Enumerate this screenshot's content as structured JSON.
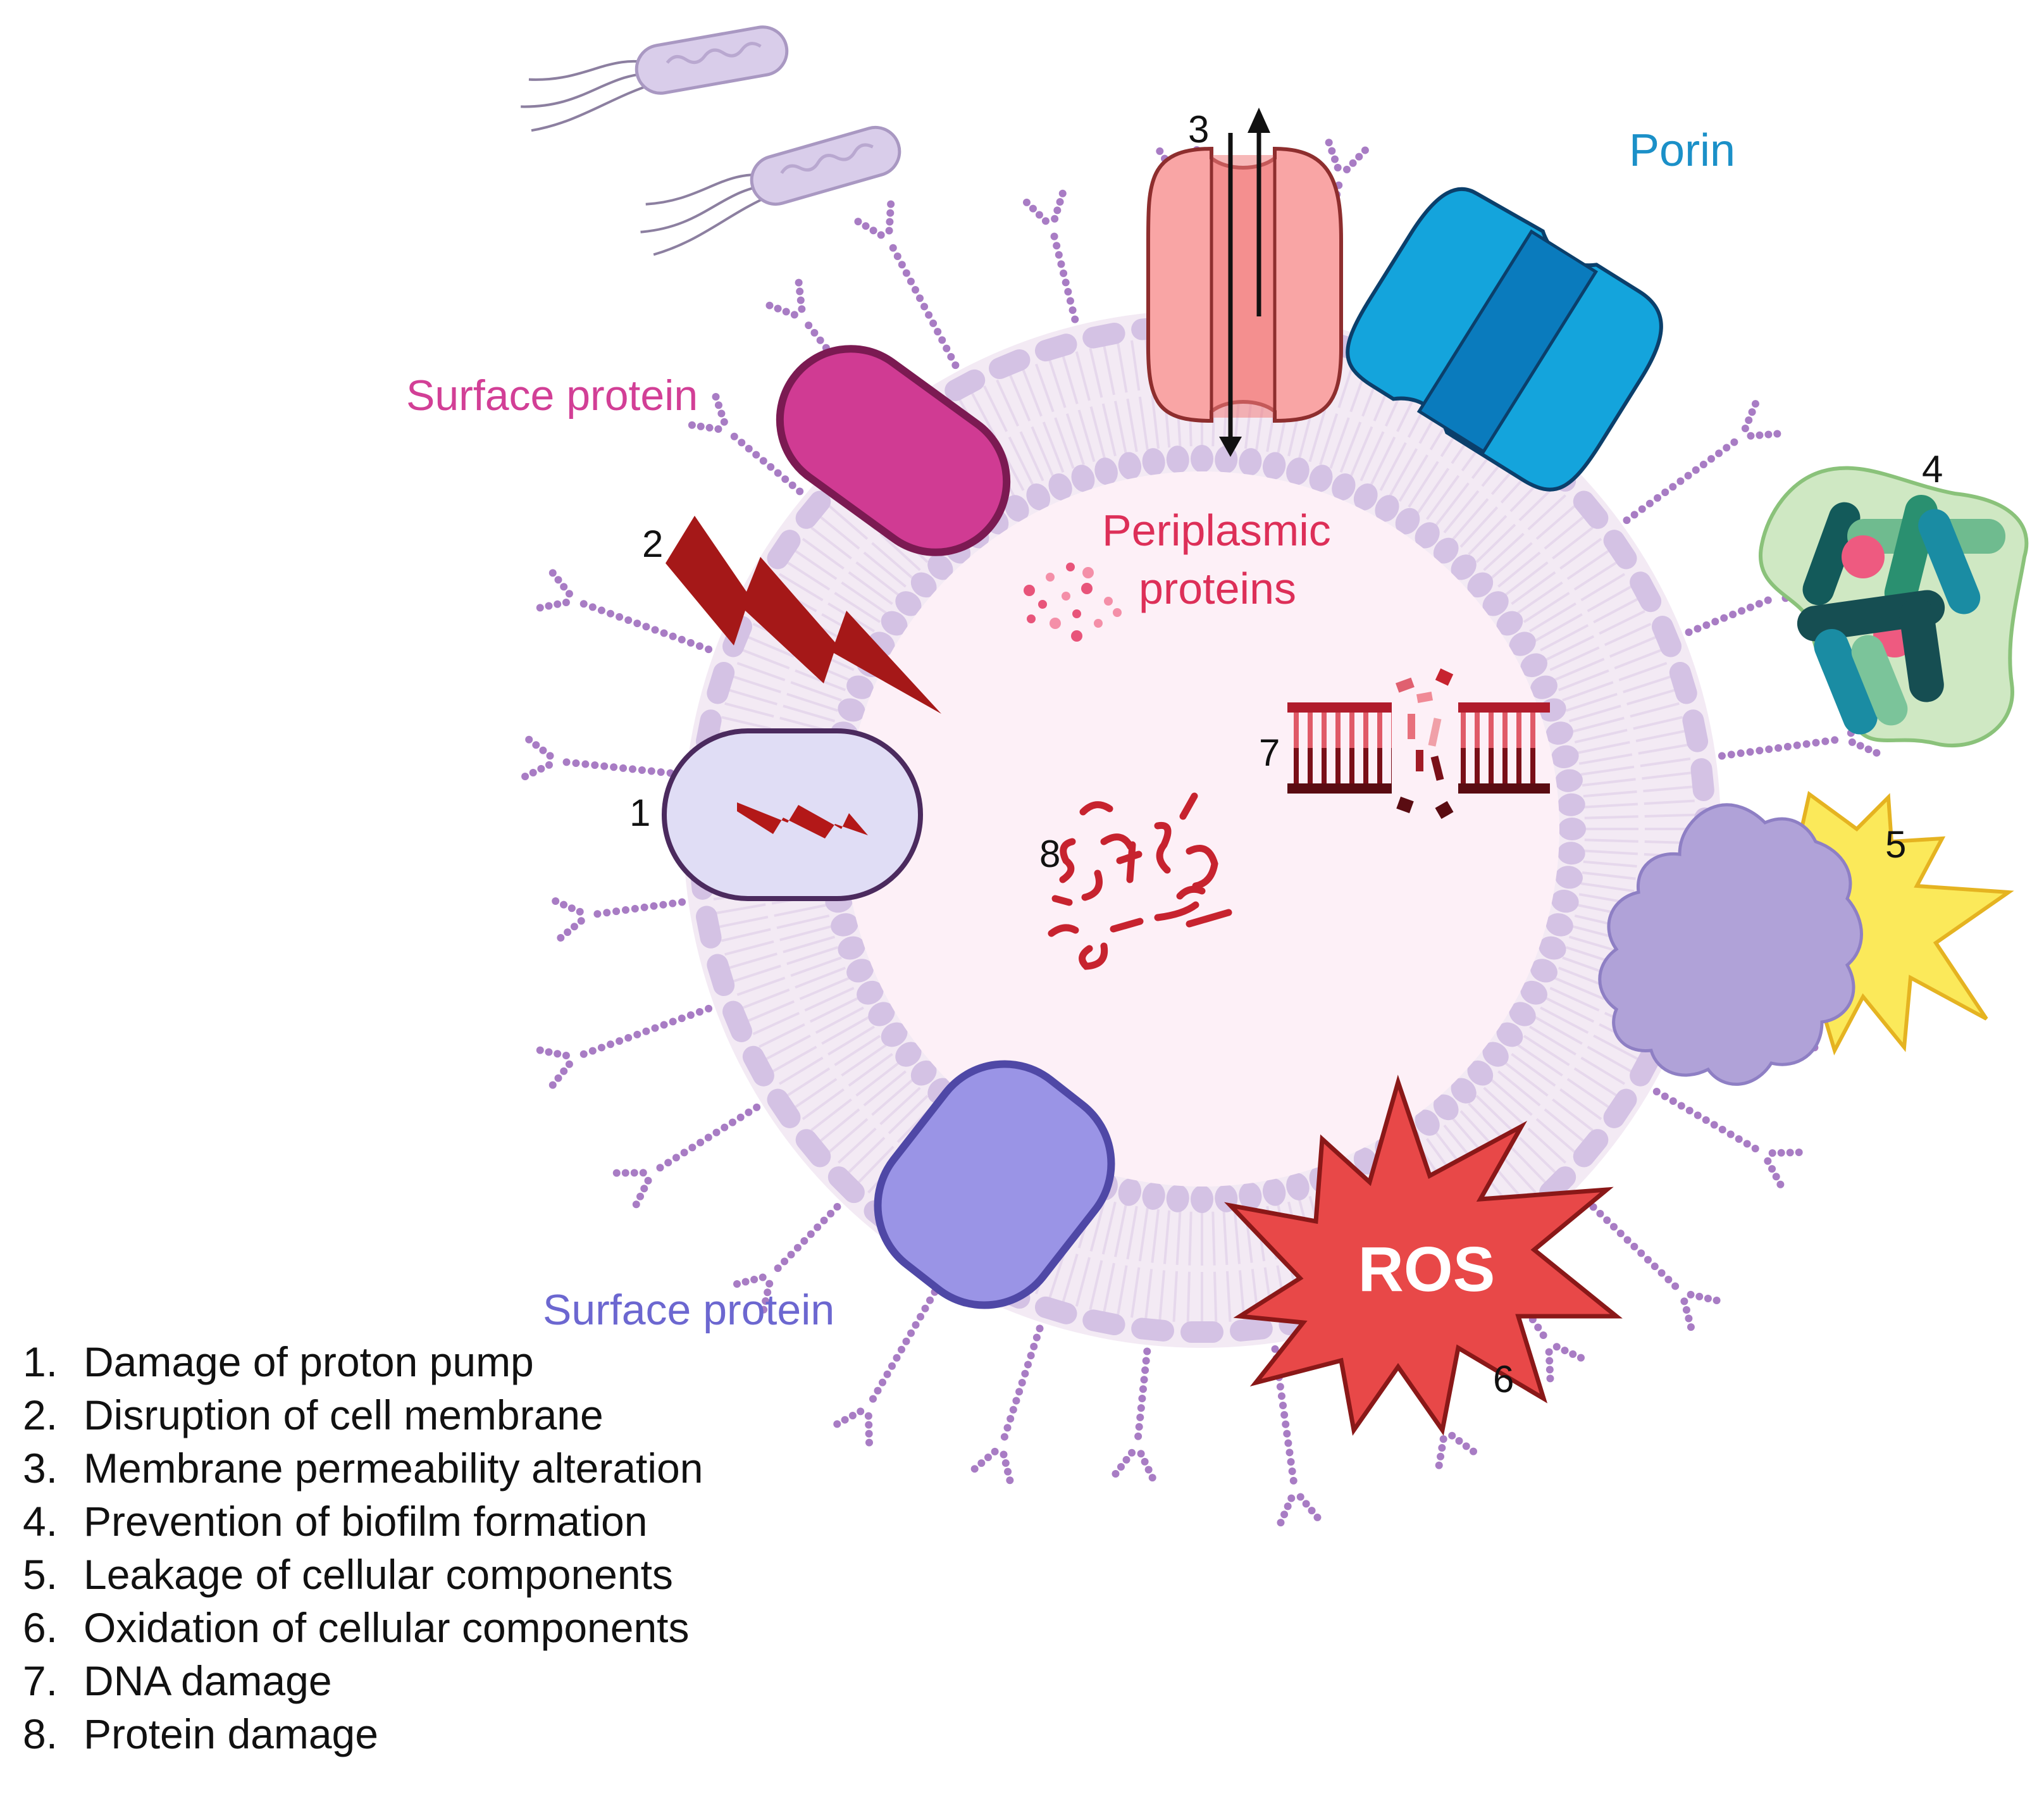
{
  "labels": {
    "surface_protein_top": "Surface protein",
    "surface_protein_bottom": "Surface protein",
    "porin": "Porin",
    "periplasmic_line1": "Periplasmic",
    "periplasmic_line2": "proteins",
    "ros": "ROS"
  },
  "markers": [
    "1",
    "2",
    "3",
    "4",
    "5",
    "6",
    "7",
    "8"
  ],
  "legend": [
    {
      "num": "1.",
      "text": "Damage of proton pump"
    },
    {
      "num": "2.",
      "text": "Disruption of cell membrane"
    },
    {
      "num": "3.",
      "text": "Membrane permeability alteration"
    },
    {
      "num": "4.",
      "text": "Prevention of biofilm formation"
    },
    {
      "num": "5.",
      "text": "Leakage of cellular components"
    },
    {
      "num": "6.",
      "text": "Oxidation of cellular components"
    },
    {
      "num": "7.",
      "text": "DNA damage"
    },
    {
      "num": "8.",
      "text": "Protein damage"
    }
  ],
  "colors": {
    "membrane": "#d4c2e4",
    "cytoplasm": "#fdf0f7",
    "lps": "#a87cc4",
    "surface_protein_top": "#d03b93",
    "surface_protein_bottom": "#9a94e6",
    "porin": "#14a4dc",
    "pump": "#f9a5a5",
    "ros": "#e84848",
    "lightning": "#a51818",
    "biofilm": "#cfe8c3",
    "leak_blob": "#b0a2d8",
    "leak_star": "#fbe95a",
    "damage_red": "#d81f3b"
  }
}
